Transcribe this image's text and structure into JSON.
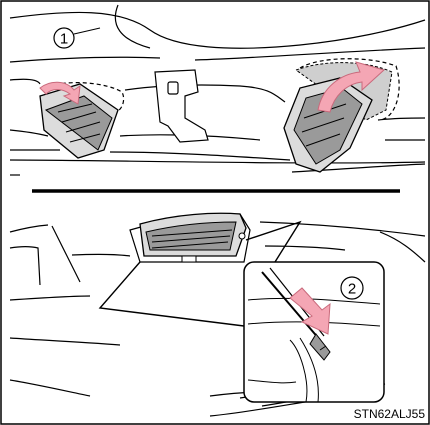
{
  "figure": {
    "steps": [
      {
        "number": "1"
      },
      {
        "number": "2"
      }
    ],
    "figure_code": "STN62ALJ55",
    "colors": {
      "line": "#000000",
      "arrow_fill": "#f4a6b4",
      "arrow_stroke": "#c96a7c",
      "part_fill": "#dcdcdc",
      "part_dark": "#9a9a9a",
      "background": "#ffffff"
    }
  }
}
